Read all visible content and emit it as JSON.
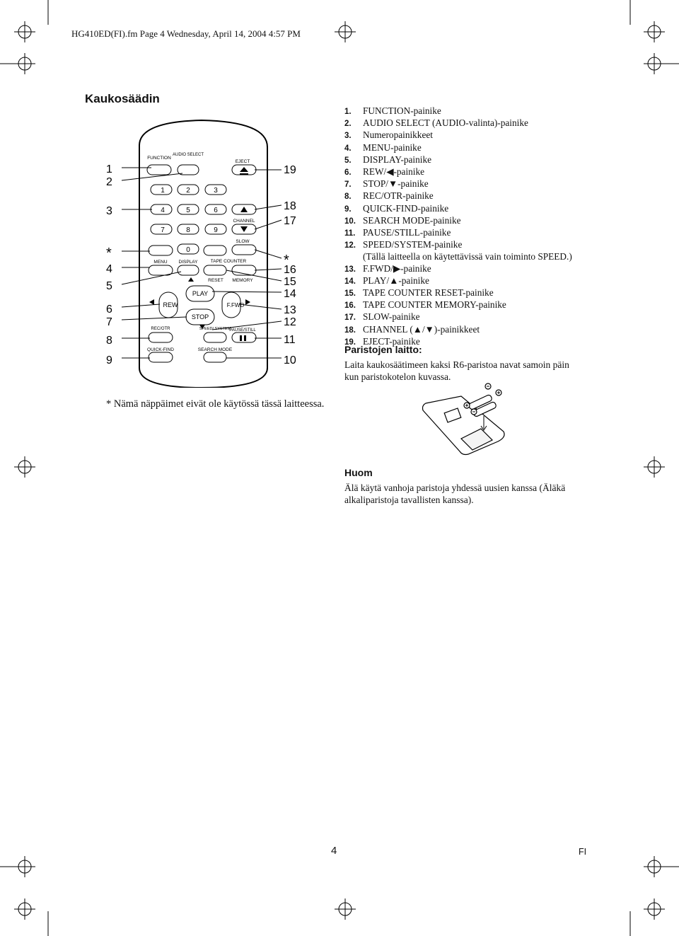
{
  "header": {
    "file_line": "HG410ED(FI).fm  Page 4  Wednesday, April 14, 2004  4:57 PM"
  },
  "section_title": "Kaukosäädin",
  "remote": {
    "button_labels": {
      "function": "FUNCTION",
      "audio_select": "AUDIO SELECT",
      "eject": "EJECT",
      "n1": "1",
      "n2": "2",
      "n3": "3",
      "n4": "4",
      "n5": "5",
      "n6": "6",
      "n7": "7",
      "n8": "8",
      "n9": "9",
      "n0": "0",
      "channel": "CHANNEL",
      "slow": "SLOW",
      "menu": "MENU",
      "display": "DISPLAY",
      "tape_counter": "TAPE COUNTER",
      "reset": "RESET",
      "memory": "MEMORY",
      "play": "PLAY",
      "rew": "REW",
      "ffwd": "F.FWD",
      "stop": "STOP",
      "rec_otr": "REC/OTR",
      "speed_system": "SPEED/ SYSTEM",
      "pause_still": "PAUSE/STILL",
      "quick_find": "QUICK-FIND",
      "search_mode": "SEARCH MODE"
    },
    "callouts_left": [
      "1",
      "2",
      "3",
      "*",
      "4",
      "5",
      "6",
      "7",
      "8",
      "9"
    ],
    "callouts_right": [
      "19",
      "18",
      "17",
      "*",
      "16",
      "15",
      "14",
      "13",
      "12",
      "11",
      "10"
    ]
  },
  "footnote": "* Nämä näppäimet eivät ole käytössä tässä laitteessa.",
  "items": [
    {
      "num": "1.",
      "text": "FUNCTION-painike"
    },
    {
      "num": "2.",
      "text": "AUDIO SELECT (AUDIO-valinta)-painike"
    },
    {
      "num": "3.",
      "text": "Numeropainikkeet"
    },
    {
      "num": "4.",
      "text": "MENU-painike"
    },
    {
      "num": "5.",
      "text": "DISPLAY-painike"
    },
    {
      "num": "6.",
      "text": "REW/◀-painike"
    },
    {
      "num": "7.",
      "text": "STOP/▼-painike"
    },
    {
      "num": "8.",
      "text": "REC/OTR-painike"
    },
    {
      "num": "9.",
      "text": "QUICK-FIND-painike"
    },
    {
      "num": "10.",
      "text": "SEARCH MODE-painike"
    },
    {
      "num": "11.",
      "text": "PAUSE/STILL-painike"
    },
    {
      "num": "12.",
      "text": "SPEED/SYSTEM-painike"
    },
    {
      "num": "",
      "text": "(Tällä laitteella on käytettävissä vain toiminto SPEED.)"
    },
    {
      "num": "13.",
      "text": "F.FWD/▶-painike"
    },
    {
      "num": "14.",
      "text": "PLAY/▲-painike"
    },
    {
      "num": "15.",
      "text": "TAPE COUNTER RESET-painike"
    },
    {
      "num": "16.",
      "text": "TAPE COUNTER MEMORY-painike"
    },
    {
      "num": "17.",
      "text": "SLOW-painike"
    },
    {
      "num": "18.",
      "text": "CHANNEL (▲/▼)-painikkeet"
    },
    {
      "num": "19.",
      "text": "EJECT-painike"
    }
  ],
  "battery": {
    "title": "Paristojen laitto:",
    "text": "Laita kaukosäätimeen kaksi R6-paristoa navat samoin päin kun paristokotelon kuvassa."
  },
  "note": {
    "title": "Huom",
    "text": "Älä käytä vanhoja paristoja yhdessä uusien kanssa (Äläkä alkaliparistoja tavallisten kanssa)."
  },
  "footer": {
    "page_number": "4",
    "language": "FI"
  }
}
